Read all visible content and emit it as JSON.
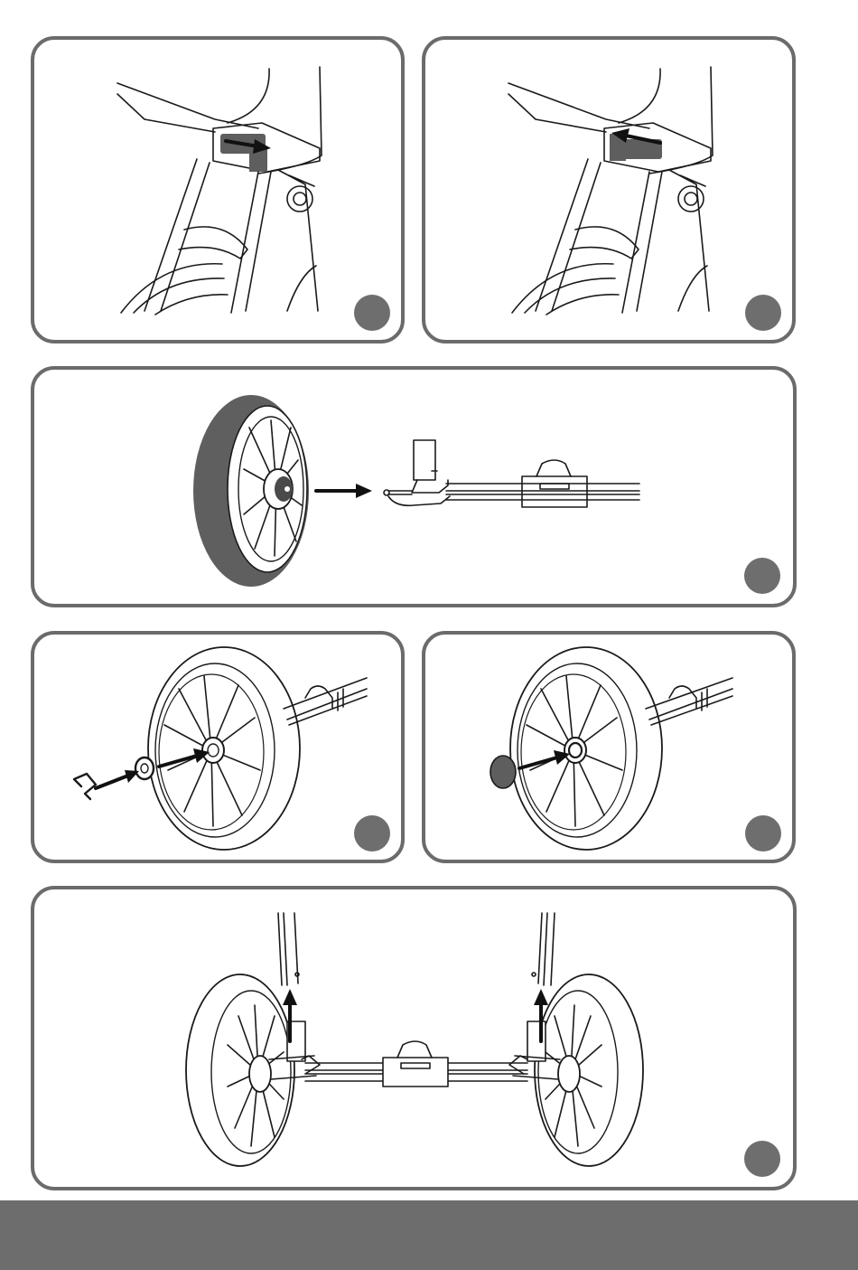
{
  "panels": [
    {
      "id": "fold-latch-forward",
      "arrow": "right"
    },
    {
      "id": "fold-latch-back",
      "arrow": "left"
    },
    {
      "id": "wheel-onto-axle"
    },
    {
      "id": "washer-and-clip"
    },
    {
      "id": "hub-cap"
    },
    {
      "id": "axle-onto-frame"
    }
  ],
  "colors": {
    "border": "#6b6b6b",
    "step_dot": "#6e6e6e",
    "tire": "#5f5f5f",
    "latch": "#5e5e5e",
    "footer": "#6d6d6d"
  },
  "icons": [
    "arrow-right-icon",
    "arrow-left-icon",
    "arrow-up-icon"
  ]
}
